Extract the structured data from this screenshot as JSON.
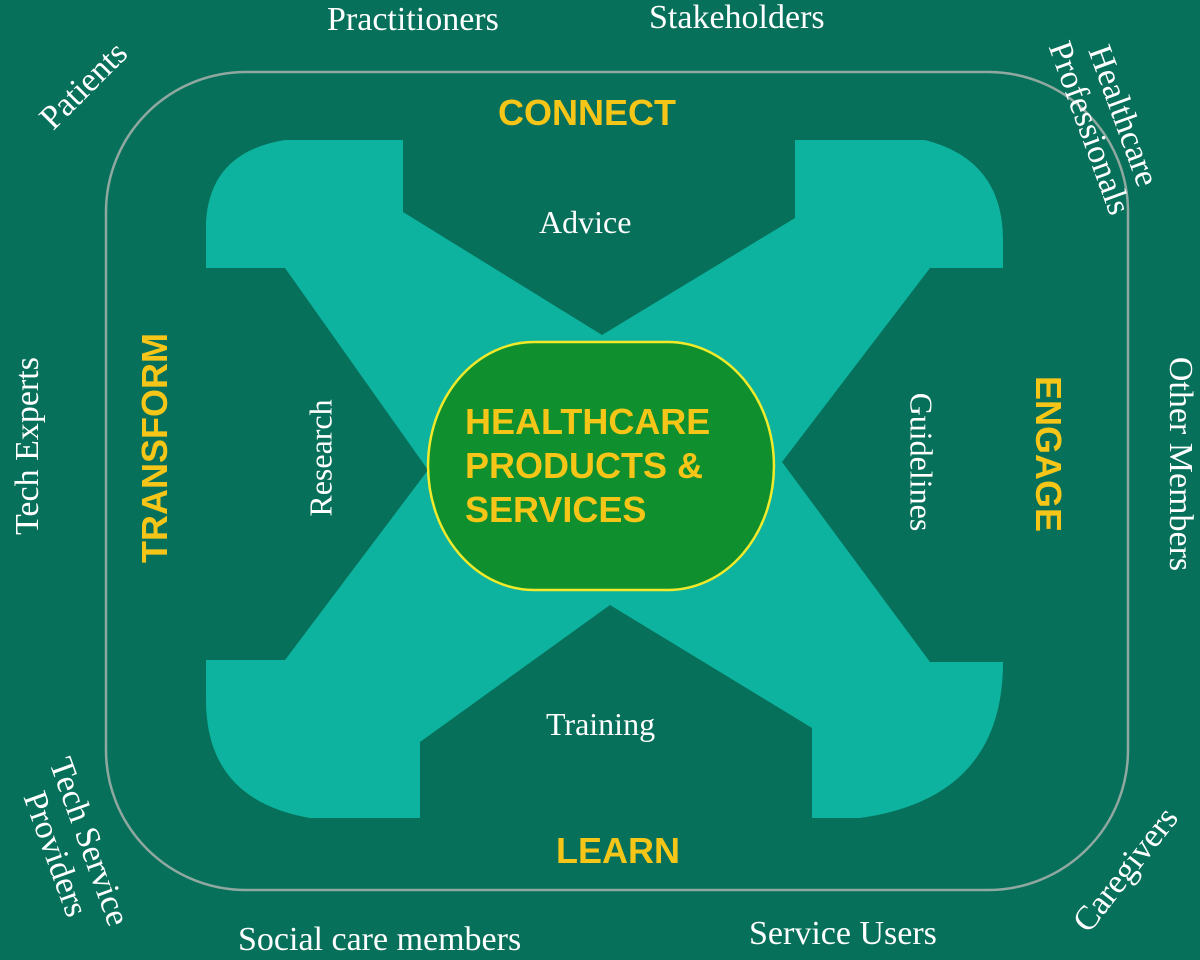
{
  "stakeholders": {
    "practitioners": "Practitioners",
    "stakeholders": "Stakeholders",
    "patients": "Patients",
    "healthcare_professionals": [
      "Healthcare",
      "Professionals"
    ],
    "tech_experts": "Tech Experts",
    "other_members": "Other Members",
    "tech_service_providers": [
      "Tech Service",
      "Providers"
    ],
    "caregivers": "Caregivers",
    "social_care_members": "Social care members",
    "service_users": "Service Users"
  },
  "themes": {
    "top": "CONNECT",
    "right": "ENGAGE",
    "bottom": "LEARN",
    "left": "TRANSFORM"
  },
  "activities": {
    "top": "Advice",
    "right": "Guidelines",
    "bottom": "Training",
    "left": "Research"
  },
  "core": {
    "lines": [
      "HEALTHCARE",
      "PRODUCTS &",
      "SERVICES"
    ]
  },
  "colors": {
    "background": "#06705a",
    "x_shape": "#0db39e",
    "core_fill": "#0f8f2e",
    "core_border": "#f1ea2a",
    "theme_text": "#f5c518",
    "core_text": "#f5c518",
    "stakeholder_text": "#ffffff",
    "frame_line": "#8fa8a0"
  }
}
